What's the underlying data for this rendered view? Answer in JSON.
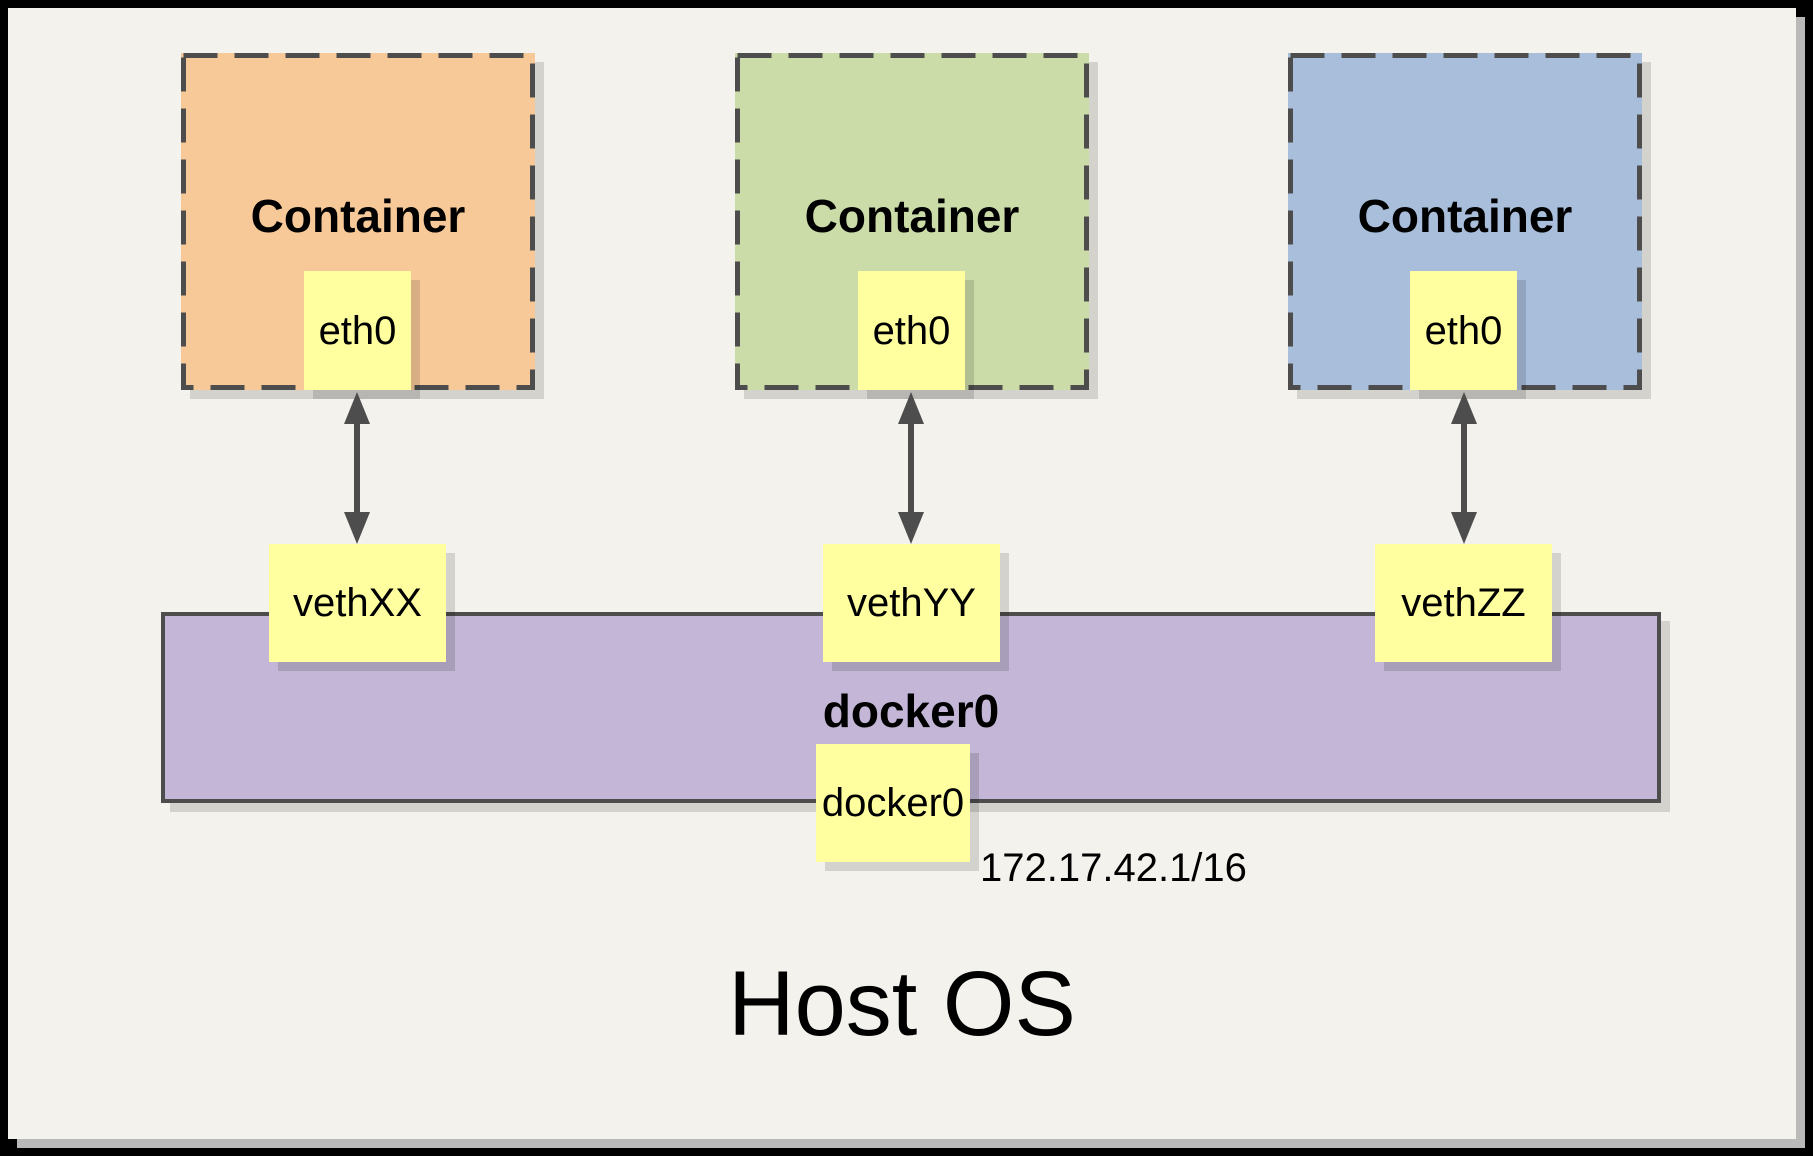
{
  "diagram": {
    "host": {
      "label": "Host OS"
    },
    "bridge": {
      "name": "docker0",
      "interface": "docker0",
      "ip": "172.17.42.1/16",
      "color": "#C3B6D6"
    },
    "containers": [
      {
        "label": "Container",
        "interface": "eth0",
        "veth": "vethXX",
        "color": "#F8C998"
      },
      {
        "label": "Container",
        "interface": "eth0",
        "veth": "vethYY",
        "color": "#CBDCA8"
      },
      {
        "label": "Container",
        "interface": "eth0",
        "veth": "vethZZ",
        "color": "#A9BEDB"
      }
    ],
    "colors": {
      "background": "#F4F2EC",
      "frame": "#000000",
      "shadow_band": "#B9B9B9",
      "interface_box_fill": "#FFFFA0",
      "line": "#4D4D4D"
    },
    "icons": {
      "arrow": "double-headed-vertical-arrow"
    }
  }
}
